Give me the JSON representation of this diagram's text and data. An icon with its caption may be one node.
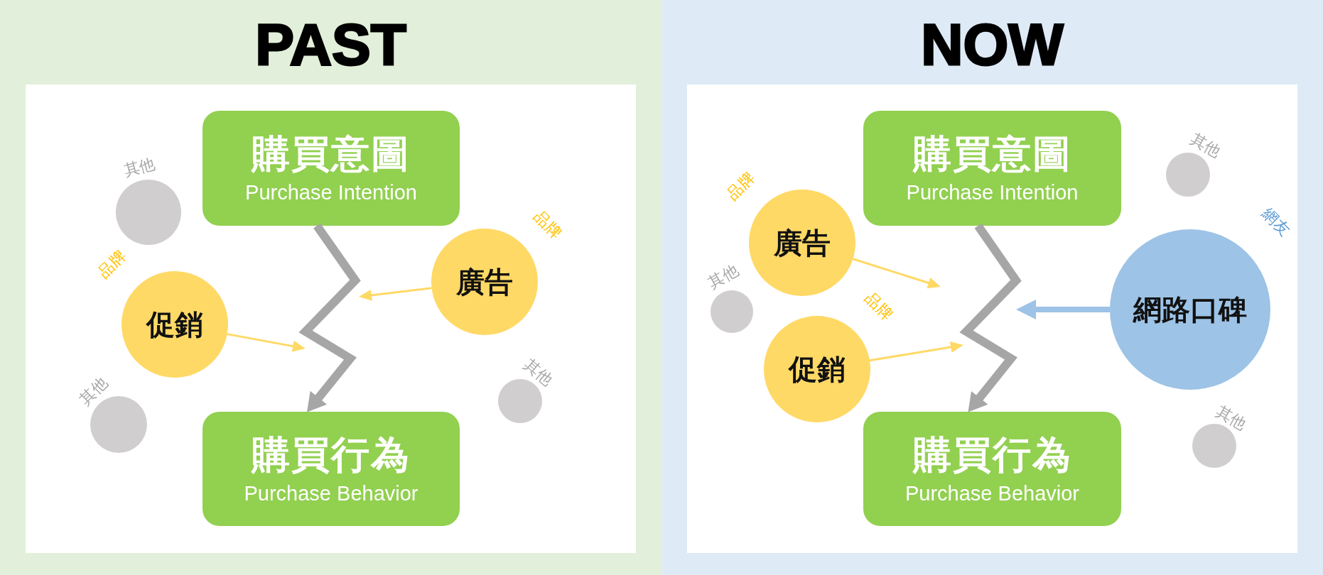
{
  "diagram": {
    "nodes": [
      {
        "text": [
          "PAST"
        ]
      },
      {
        "text": [
          "購買意圖",
          "Purchase Intention"
        ],
        "in": 0
      },
      {
        "text": [],
        "shape": "circle",
        "beside": [
          "其他"
        ],
        "in": 0
      },
      {
        "text": [
          "廣告"
        ],
        "beside": [
          "品牌"
        ],
        "in": 0
      },
      {
        "text": [
          "促銷"
        ],
        "beside": [
          "品牌"
        ],
        "in": 0
      },
      {
        "text": [],
        "shape": "circle",
        "beside": [
          "其他"
        ],
        "in": 0
      },
      {
        "text": [],
        "shape": "circle",
        "beside": [
          "其他"
        ],
        "in": 0
      },
      {
        "text": [
          "購買行為",
          "Purchase Behavior"
        ],
        "in": 0
      },
      {
        "text": [
          "NOW"
        ]
      },
      {
        "text": [
          "購買意圖",
          "Purchase Intention"
        ],
        "in": 8
      },
      {
        "text": [],
        "shape": "circle",
        "beside": [
          "其他"
        ],
        "in": 8
      },
      {
        "text": [
          "廣告"
        ],
        "beside": [
          "品牌"
        ],
        "in": 8
      },
      {
        "text": [
          "網路口碑"
        ],
        "beside": [
          "網友"
        ],
        "in": 8
      },
      {
        "text": [],
        "shape": "circle",
        "beside": [
          "其他"
        ],
        "in": 8
      },
      {
        "text": [
          "促銷"
        ],
        "beside": [
          "品牌"
        ],
        "in": 8
      },
      {
        "text": [],
        "shape": "circle",
        "beside": [
          "其他"
        ],
        "in": 8
      },
      {
        "text": [
          "購買行為",
          "Purchase Behavior"
        ],
        "in": 8
      }
    ],
    "edges": [
      {
        "from": 1,
        "to": 7,
        "arrow": "to",
        "style": "thick",
        "color": "#a6a6a6"
      },
      {
        "from": 3,
        "to": null,
        "arrow": "to"
      },
      {
        "from": 4,
        "to": null,
        "arrow": "to"
      },
      {
        "from": 9,
        "to": 16,
        "arrow": "to",
        "style": "thick",
        "color": "#a6a6a6"
      },
      {
        "from": 11,
        "to": null,
        "arrow": "to"
      },
      {
        "from": 14,
        "to": null,
        "arrow": "to"
      },
      {
        "from": 12,
        "to": null,
        "arrow": "to",
        "style": "thick",
        "color": "#9dc3e6"
      }
    ]
  }
}
